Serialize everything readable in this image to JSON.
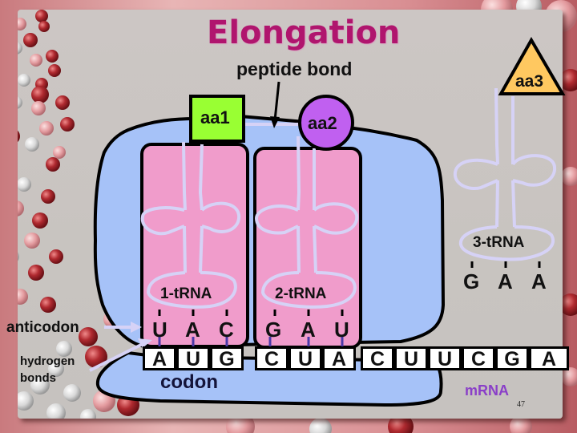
{
  "slide": {
    "title": "Elongation",
    "page_number": "47",
    "colors": {
      "title": "#b0156e",
      "ribosome": "#a6c2f8",
      "trna_site": "#f09ccb",
      "trna_outline": "#d6d2f6",
      "aa1": "#99ff33",
      "aa2": "#c060f0",
      "aa3": "#ffc860",
      "mrna_label": "#8a3fc8",
      "h_bond": "#4a3aa8"
    }
  },
  "labels": {
    "peptide_bond": "peptide bond",
    "anticodon": "anticodon",
    "hydrogen_bonds_line1": "hydrogen",
    "hydrogen_bonds_line2": "bonds",
    "codon": "codon",
    "mrna": "mRNA"
  },
  "amino_acids": [
    {
      "label": "aa1",
      "shape": "square",
      "color": "#99ff33"
    },
    {
      "label": "aa2",
      "shape": "circle",
      "color": "#c060f0"
    },
    {
      "label": "aa3",
      "shape": "triangle",
      "color": "#ffc860"
    }
  ],
  "trnas": [
    {
      "label": "1-tRNA",
      "anticodon": [
        "U",
        "A",
        "C"
      ]
    },
    {
      "label": "2-tRNA",
      "anticodon": [
        "G",
        "A",
        "U"
      ]
    },
    {
      "label": "3-tRNA",
      "anticodon": [
        "G",
        "A",
        "A"
      ]
    }
  ],
  "mrna": {
    "bases": [
      "A",
      "U",
      "G",
      "C",
      "U",
      "A",
      "C",
      "U",
      "U",
      "C",
      "G",
      "A"
    ]
  }
}
